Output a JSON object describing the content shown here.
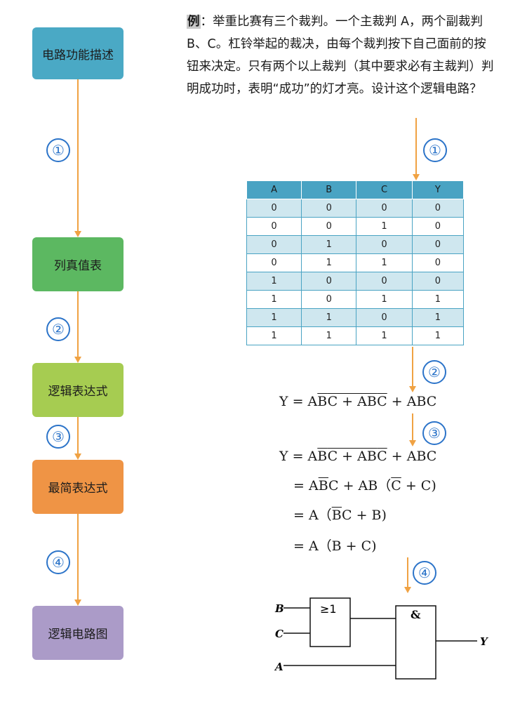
{
  "flow": {
    "steps": [
      {
        "label": "电路功能描述",
        "color": "#4aa9c5"
      },
      {
        "label": "列真值表",
        "color": "#5cb861"
      },
      {
        "label": "逻辑表达式",
        "color": "#a6cc51"
      },
      {
        "label": "最简表达式",
        "color": "#ef9445"
      },
      {
        "label": "逻辑电路图",
        "color": "#ab9bc8"
      }
    ],
    "step_numbers": [
      "①",
      "②",
      "③",
      "④"
    ]
  },
  "problem": {
    "tag": "例",
    "text": "：举重比赛有三个裁判。一个主裁判 A，两个副裁判 B、C。杠铃举起的裁决，由每个裁判按下自己面前的按钮来决定。只有两个以上裁判（其中要求必有主裁判）判明成功时，表明“成功”的灯才亮。设计这个逻辑电路？"
  },
  "truth_table": {
    "headers": [
      "A",
      "B",
      "C",
      "Y"
    ],
    "rows": [
      [
        "0",
        "0",
        "0",
        "0"
      ],
      [
        "0",
        "0",
        "1",
        "0"
      ],
      [
        "0",
        "1",
        "0",
        "0"
      ],
      [
        "0",
        "1",
        "1",
        "0"
      ],
      [
        "1",
        "0",
        "0",
        "0"
      ],
      [
        "1",
        "0",
        "1",
        "1"
      ],
      [
        "1",
        "1",
        "0",
        "1"
      ],
      [
        "1",
        "1",
        "1",
        "1"
      ]
    ]
  },
  "equations": {
    "eq1": {
      "lhs": "Y = A",
      "b_bar": "B",
      "c": "C + AB",
      "c_bar": "C",
      "rest": " + ABC"
    },
    "eq2": {
      "lhs": "Y = A",
      "b_bar": "B",
      "c": "C + AB",
      "c_bar": "C",
      "rest": " + ABC"
    },
    "eq3": {
      "a": "= A",
      "b_bar": "B",
      "mid": "C + AB（",
      "c_bar": "C",
      "end": " + C)"
    },
    "eq4": {
      "a": "= A（",
      "b_bar": "B",
      "end": "C + B)"
    },
    "eq5": "= A（B + C)"
  },
  "circuit": {
    "inputs": [
      "B",
      "C",
      "A"
    ],
    "or_label": "≥1",
    "and_label": "&",
    "output": "Y"
  },
  "colors": {
    "arrow": "#f0a243",
    "circle": "#2c74c9",
    "table_header": "#49a3c3",
    "table_stripe": "#cfe7ef"
  }
}
